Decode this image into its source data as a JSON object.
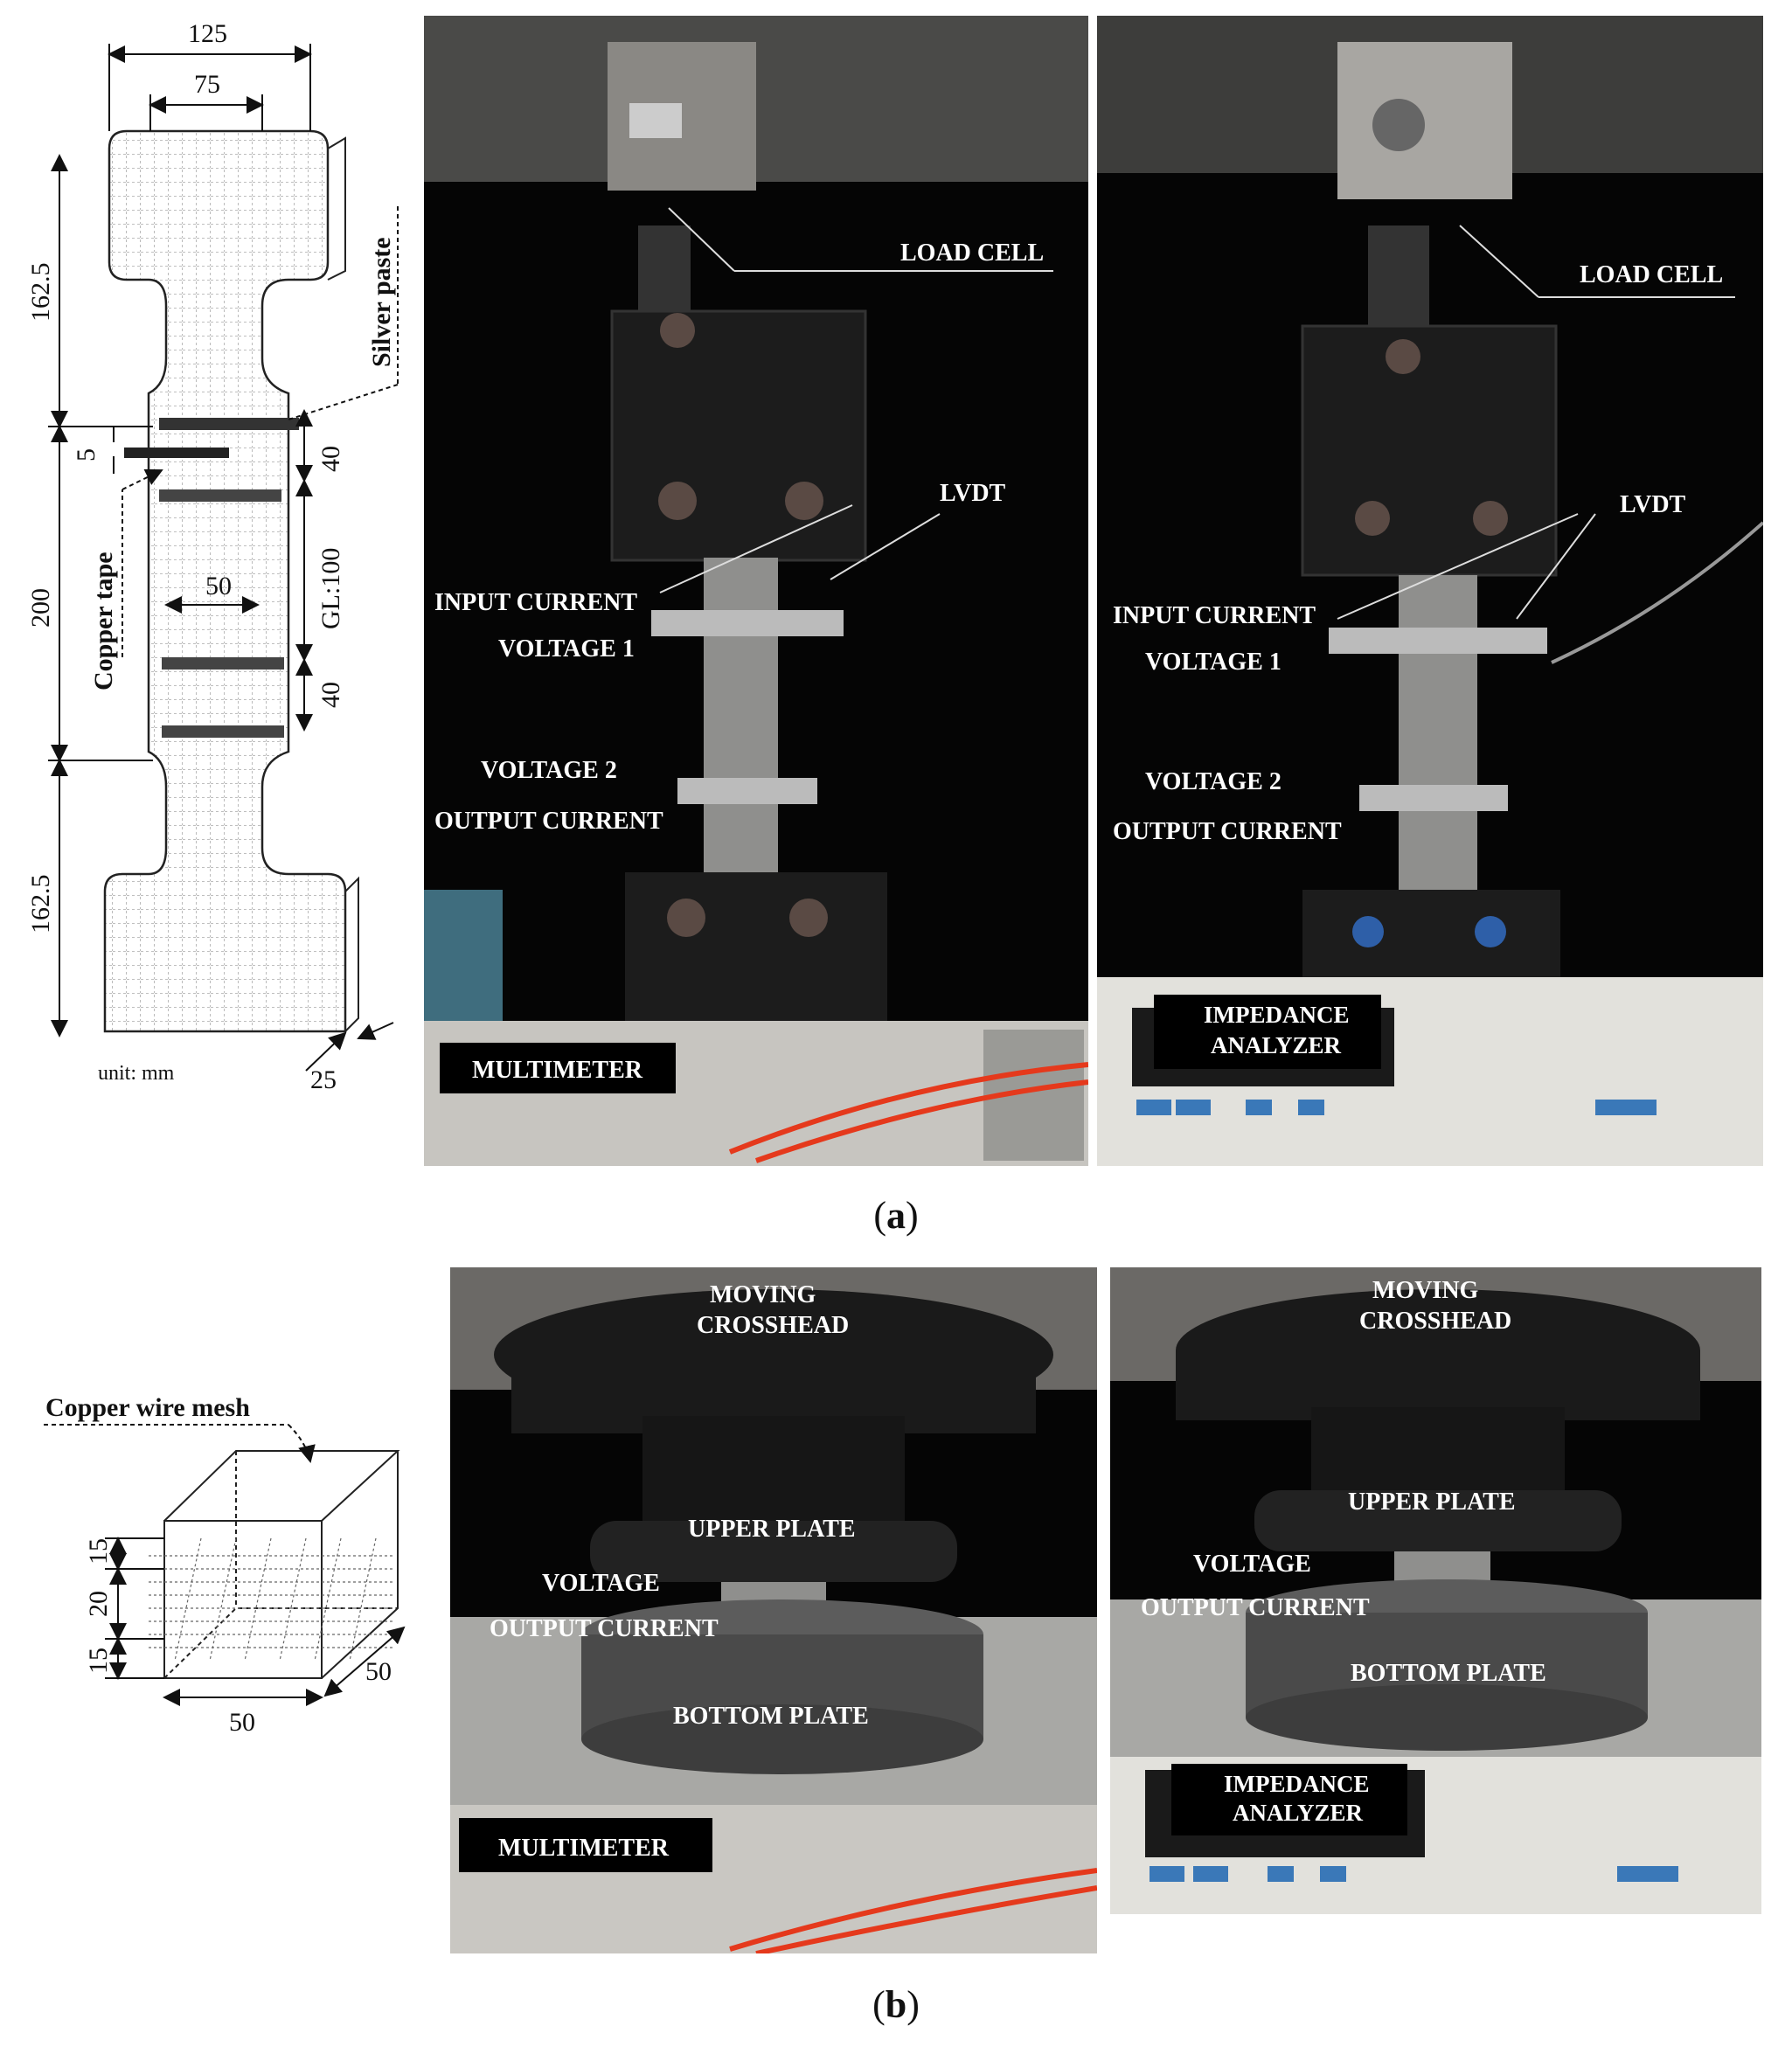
{
  "panel_a": {
    "caption_open": "(",
    "caption_letter": "a",
    "caption_close": ")",
    "drawing": {
      "dims": {
        "width_top": "125",
        "width_neck": "75",
        "height_top": "162.5",
        "height_mid": "200",
        "height_bottom": "162.5",
        "inner_width": "50",
        "tape_width": "5",
        "seg_top": "40",
        "gauge": "GL:100",
        "seg_bottom": "40",
        "thickness": "25"
      },
      "labels": {
        "silver_paste": "Silver paste",
        "copper_tape": "Copper tape",
        "unit": "unit: mm"
      }
    },
    "photo_left": {
      "load_cell": "LOAD CELL",
      "lvdt": "LVDT",
      "input_current": "INPUT CURRENT",
      "voltage_1": "VOLTAGE 1",
      "voltage_2": "VOLTAGE 2",
      "output_current": "OUTPUT CURRENT",
      "multimeter": "MULTIMETER"
    },
    "photo_right": {
      "load_cell": "LOAD CELL",
      "lvdt": "LVDT",
      "input_current": "INPUT CURRENT",
      "voltage_1": "VOLTAGE 1",
      "voltage_2": "VOLTAGE 2",
      "output_current": "OUTPUT CURRENT",
      "impedance_1": "IMPEDANCE",
      "impedance_2": "ANALYZER"
    }
  },
  "panel_b": {
    "caption_open": "(",
    "caption_letter": "b",
    "caption_close": ")",
    "drawing": {
      "label": "Copper wire mesh",
      "dim_15_top": "15",
      "dim_20": "20",
      "dim_15_bottom": "15",
      "dim_50_side": "50",
      "dim_50_bottom": "50"
    },
    "photo_left": {
      "crosshead_1": "MOVING",
      "crosshead_2": "CROSSHEAD",
      "upper_plate": "UPPER PLATE",
      "voltage": "VOLTAGE",
      "output_current": "OUTPUT CURRENT",
      "bottom_plate": "BOTTOM PLATE",
      "multimeter": "MULTIMETER"
    },
    "photo_right": {
      "crosshead_1": "MOVING",
      "crosshead_2": "CROSSHEAD",
      "upper_plate": "UPPER PLATE",
      "voltage": "VOLTAGE",
      "output_current": "OUTPUT CURRENT",
      "bottom_plate": "BOTTOM PLATE",
      "impedance_1": "IMPEDANCE",
      "impedance_2": "ANALYZER"
    }
  }
}
